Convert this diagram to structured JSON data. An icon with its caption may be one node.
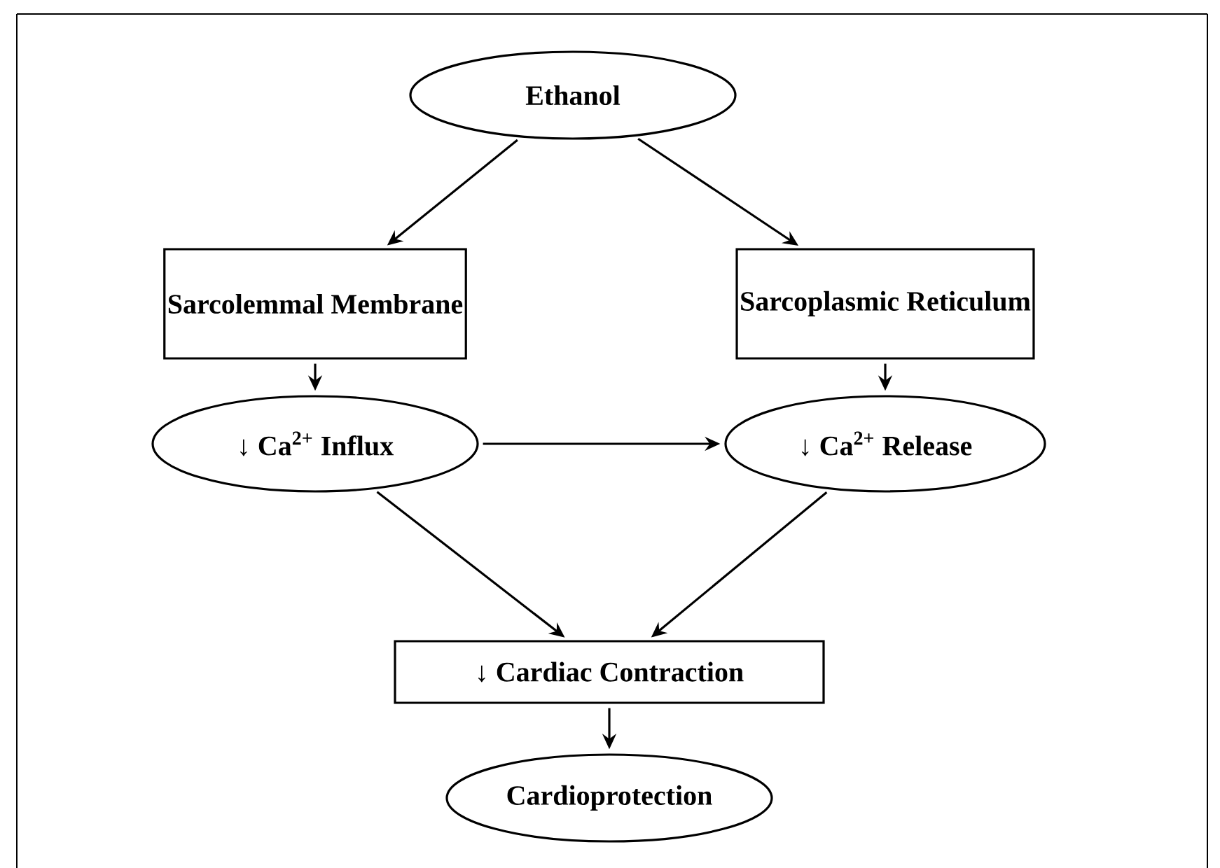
{
  "diagram": {
    "nodes": [
      {
        "text": [
          "Ethanol"
        ]
      },
      {
        "text": [
          "Sarcolemmal Membrane"
        ]
      },
      {
        "text": [
          "Sarcoplasmic Reticulum"
        ]
      },
      {
        "text": [
          "↓ Ca$^{2+}$ Influx"
        ]
      },
      {
        "text": [
          "↓ Ca$^{2+}$ Release"
        ]
      },
      {
        "text": [
          "↓ Cardiac Contraction"
        ]
      },
      {
        "text": [
          "Cardioprotection"
        ]
      }
    ],
    "edges": [
      {
        "from": 0,
        "to": 1,
        "arrow": "to"
      },
      {
        "from": 0,
        "to": 2,
        "arrow": "to"
      },
      {
        "from": 1,
        "to": 3,
        "arrow": "to"
      },
      {
        "from": 2,
        "to": 4,
        "arrow": "to"
      },
      {
        "from": 3,
        "to": 4,
        "arrow": "to"
      },
      {
        "from": 3,
        "to": 5,
        "arrow": "to"
      },
      {
        "from": 4,
        "to": 5,
        "arrow": "to"
      },
      {
        "from": 5,
        "to": 6,
        "arrow": "to"
      }
    ]
  }
}
